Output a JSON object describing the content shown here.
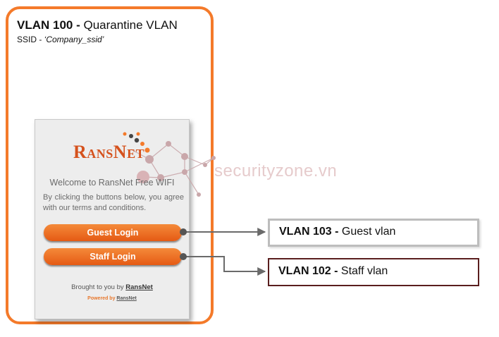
{
  "vlan100": {
    "title_bold": "VLAN 100 -",
    "title_rest": " Quarantine VLAN",
    "ssid_prefix": "SSID - ",
    "ssid_value": "‘Company_ssid’"
  },
  "portal": {
    "logo_r": "R",
    "logo_ans": "ANS",
    "logo_n": "N",
    "logo_et": "ET",
    "welcome": "Welcome to RansNet Free WIFI",
    "terms": "By clicking the buttons below, you agree with our terms and conditions.",
    "guest_button": "Guest Login",
    "staff_button": "Staff Login",
    "brought_prefix": "Brought to you by ",
    "brought_brand": "RansNet",
    "powered_prefix": "Powered by ",
    "powered_brand": "RansNet"
  },
  "watermark": "securityzone.vn",
  "targets": {
    "guest": {
      "bold": "VLAN 103 -",
      "rest": " Guest vlan"
    },
    "staff": {
      "bold": "VLAN 102 -",
      "rest": " Staff vlan"
    }
  },
  "colors": {
    "accent_orange": "#f47a2a",
    "button_orange": "#e55a14",
    "staff_border": "#5a1e1e",
    "guest_border": "#bdbdbd",
    "connector": "#6a6a6a"
  }
}
